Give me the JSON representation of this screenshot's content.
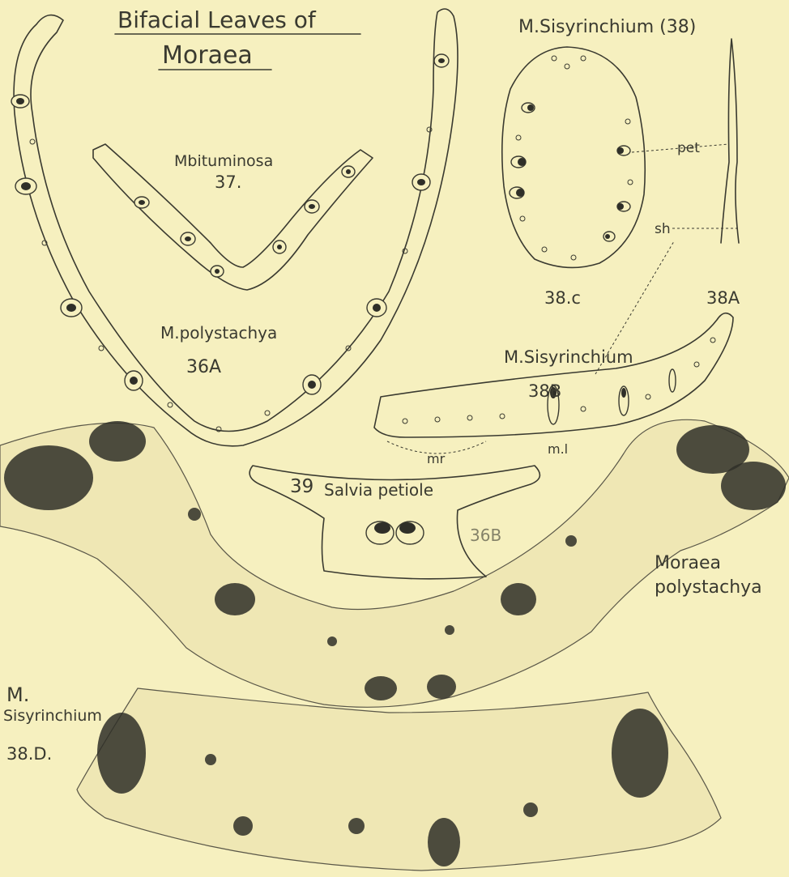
{
  "plate_title_line1": "Bifacial Leaves of",
  "plate_title_line2": "Moraea",
  "figures": {
    "f36a": {
      "species": "M.polystachya",
      "number": "36A"
    },
    "f36b": {
      "species_line1": "Moraea",
      "species_line2": "polystachya",
      "number": "36B"
    },
    "f37": {
      "species": "Mbituminosa",
      "number": "37."
    },
    "f38": {
      "header": "M.Sisyrinchium (38)"
    },
    "f38a": {
      "number": "38A"
    },
    "f38b": {
      "species": "M.Sisyrinchium",
      "number": "38B"
    },
    "f38c": {
      "number": "38.c"
    },
    "f38d": {
      "species_line1": "M.",
      "species_line2": "Sisyrinchium",
      "number": "38.D."
    },
    "f39": {
      "number": "39",
      "species": "Salvia petiole"
    }
  },
  "annotations": {
    "pet": "pet",
    "sh": "sh",
    "mr": "mr",
    "ml": "m.l"
  },
  "colors": {
    "paper": "#f6f0bf",
    "ink": "#3a3a30"
  }
}
